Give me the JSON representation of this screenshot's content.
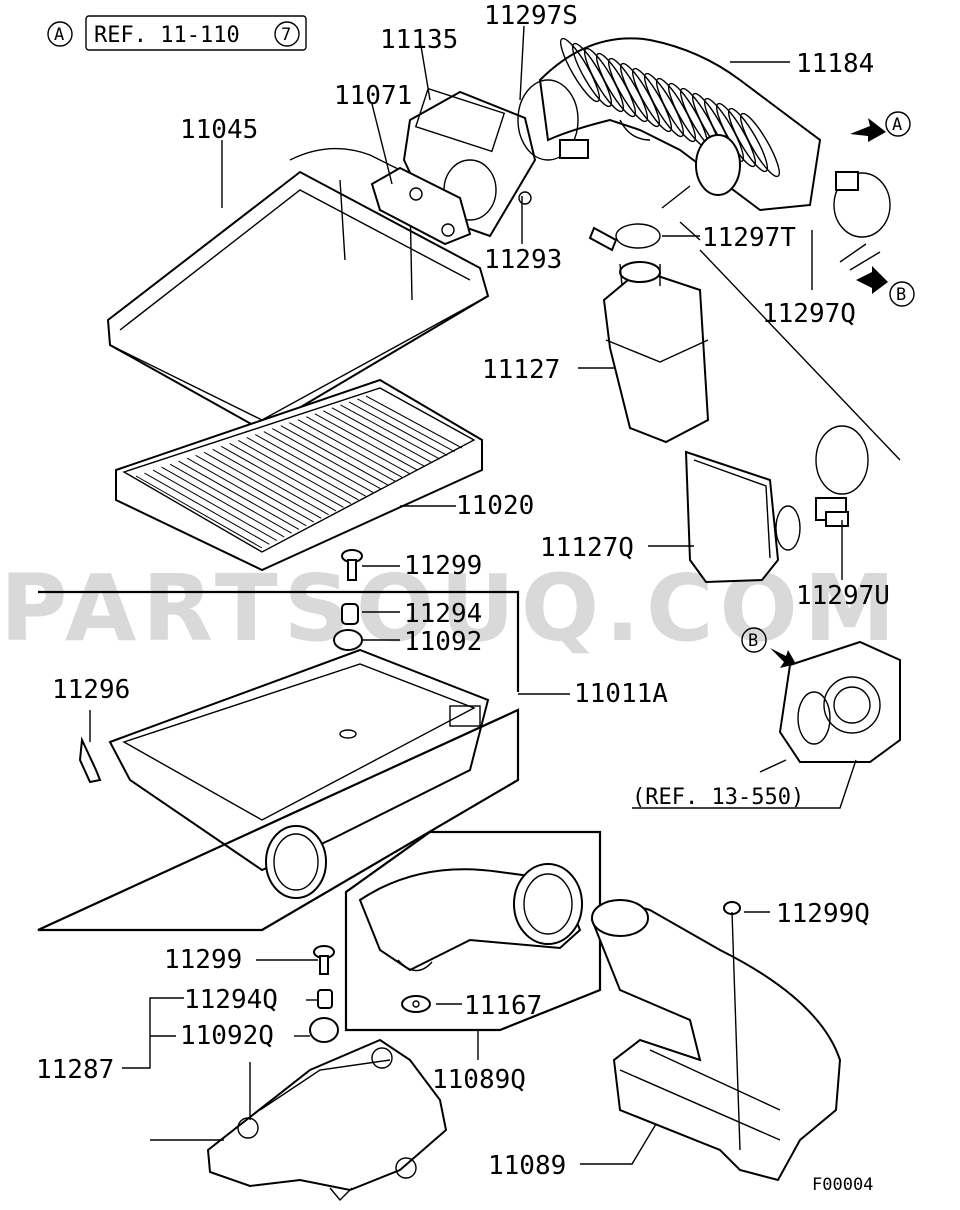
{
  "watermark": "PARTSOUQ.COM",
  "figure_code": "F00004",
  "references": {
    "top_left_marker": "A",
    "top_left_ref": "REF. 11-110",
    "top_left_ref_num": "7",
    "throttle_ref": "(REF. 13-550)",
    "arrow_a": "A",
    "arrow_b": "B",
    "arrow_b_left": "B"
  },
  "part_numbers": {
    "p11135": "11135",
    "p11297S": "11297S",
    "p11184": "11184",
    "p11071": "11071",
    "p11045": "11045",
    "p11293": "11293",
    "p11297T": "11297T",
    "p11297Q": "11297Q",
    "p11127": "11127",
    "p11020": "11020",
    "p11127Q": "11127Q",
    "p11297U": "11297U",
    "p11299": "11299",
    "p11294": "11294",
    "p11092": "11092",
    "p11011A": "11011A",
    "p11296": "11296",
    "p11299Q": "11299Q",
    "p11299b": "11299",
    "p11294Q": "11294Q",
    "p11092Q": "11092Q",
    "p11167": "11167",
    "p11287": "11287",
    "p11089Q": "11089Q",
    "p11089": "11089"
  }
}
